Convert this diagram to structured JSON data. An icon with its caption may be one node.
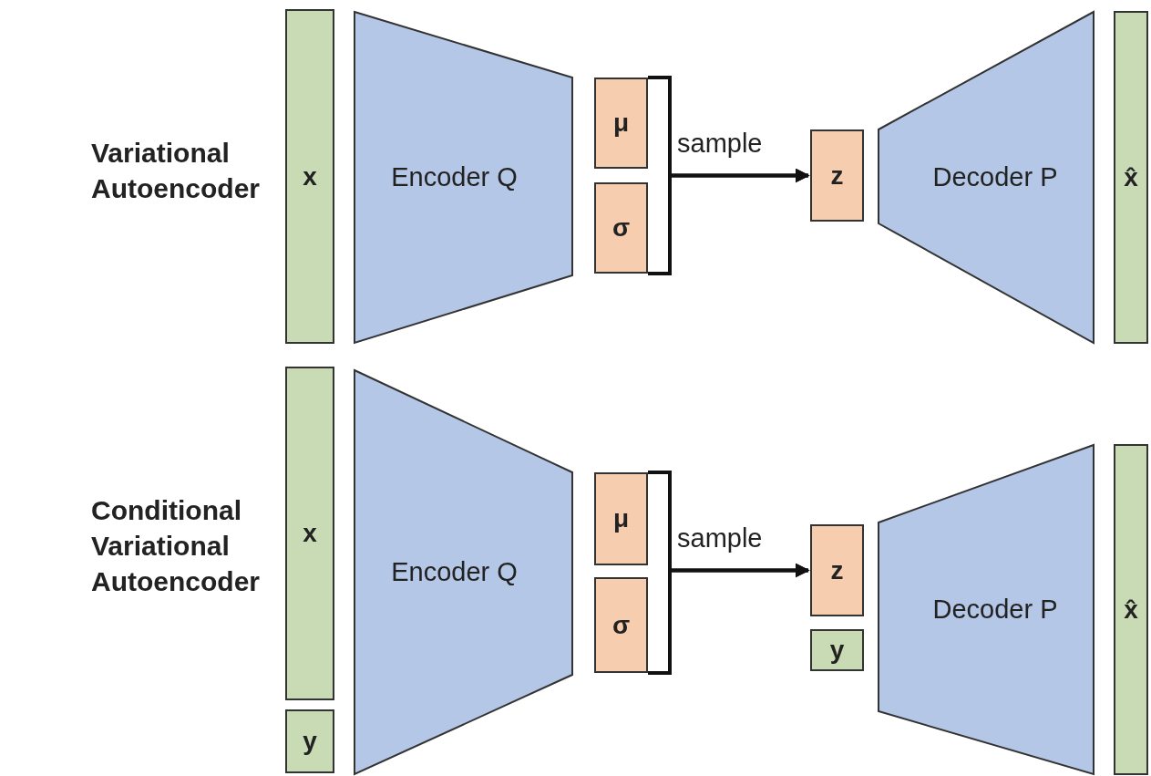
{
  "diagram": {
    "nodes": [
      {
        "text": [
          "x"
        ]
      },
      {
        "text": [
          "Encoder Q"
        ]
      },
      {
        "text": [
          "μ"
        ]
      },
      {
        "text": [
          "σ"
        ]
      },
      {
        "text": [
          "z"
        ]
      },
      {
        "text": [
          "Decoder P"
        ]
      },
      {
        "text": [
          "x̂"
        ]
      },
      {
        "text": [
          "x"
        ]
      },
      {
        "text": [
          "y"
        ]
      },
      {
        "text": [
          "Encoder Q"
        ]
      },
      {
        "text": [
          "μ"
        ]
      },
      {
        "text": [
          "σ"
        ]
      },
      {
        "text": [
          "z"
        ]
      },
      {
        "text": [
          "y"
        ]
      },
      {
        "text": [
          "Decoder P"
        ]
      },
      {
        "text": [
          "x̂"
        ]
      }
    ],
    "edges": [
      {
        "from": 2,
        "to": 4,
        "arrow": "to",
        "label": "sample"
      },
      {
        "from": 3,
        "to": 4,
        "arrow": "to"
      },
      {
        "from": 10,
        "to": 12,
        "arrow": "to",
        "label": "sample"
      },
      {
        "from": 11,
        "to": 12,
        "arrow": "to"
      }
    ],
    "labels": [
      "Variational Autoencoder",
      "Conditional Variational Autoencoder"
    ]
  }
}
